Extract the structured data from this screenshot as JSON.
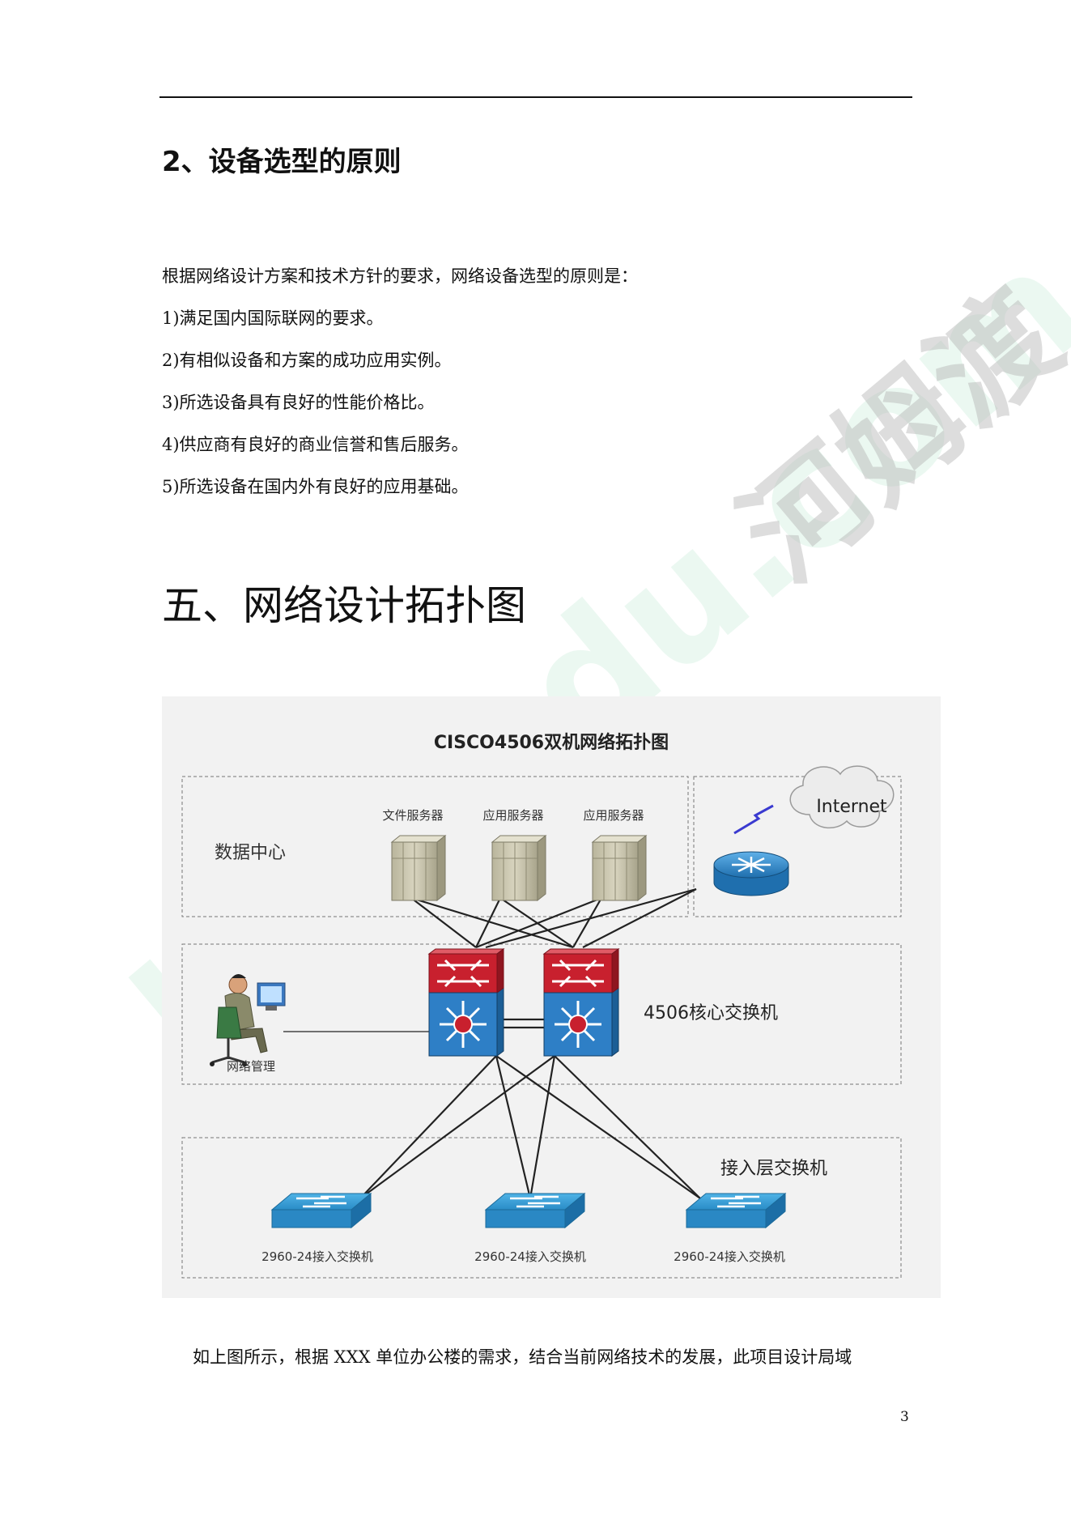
{
  "section": {
    "title": "2、设备选型的原则",
    "intro": "根据网络设计方案和技术方针的要求，网络设备选型的原则是：",
    "items": [
      "1)满足国内国际联网的要求。",
      "2)有相似设备和方案的成功应用实例。",
      "3)所选设备具有良好的性能价格比。",
      "4)供应商有良好的商业信誉和售后服务。",
      "5)所选设备在国内外有良好的应用基础。"
    ]
  },
  "chapter": {
    "title": "五、网络设计拓扑图"
  },
  "diagram": {
    "title": "CISCO4506双机网络拓扑图",
    "data_center_label": "数据中心",
    "servers": [
      "文件服务器",
      "应用服务器",
      "应用服务器"
    ],
    "internet_label": "Internet",
    "management_label": "网络管理",
    "core_label": "4506核心交换机",
    "access_zone_label": "接入层交换机",
    "access_switches": [
      "2960-24接入交换机",
      "2960-24接入交换机",
      "2960-24接入交换机"
    ],
    "colors": {
      "router": "#3a8fd0",
      "switch": "#2f95cf",
      "core_red": "#c8202e",
      "core_blue": "#2e7fc6",
      "server": "#c9c5ae"
    }
  },
  "caption": "如上图所示，根据 XXX 单位办公楼的需求，结合当前网络技术的发展，此项目设计局域",
  "page_number": "3",
  "watermark": {
    "brand": "河姆渡",
    "site": "hemedu.com"
  }
}
